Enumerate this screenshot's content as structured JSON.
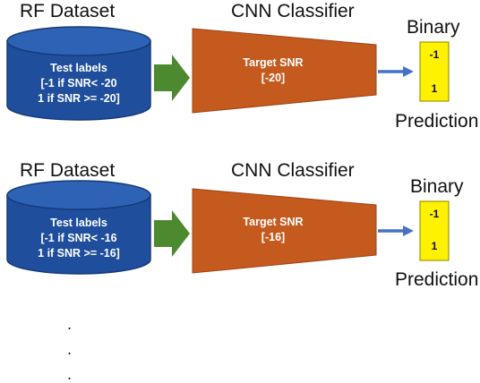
{
  "colors": {
    "cylinder_fill": "#1f4e9c",
    "cylinder_top": "#2e62b5",
    "cylinder_edge": "#163a78",
    "trapezoid_fill": "#c55a1e",
    "trapezoid_edge": "#9c4213",
    "green_arrow": "#4d8a2f",
    "blue_arrow": "#4472c4",
    "binary_box": "#fff200",
    "binary_edge": "#a39600"
  },
  "stages": [
    {
      "dataset_title": "RF Dataset",
      "label_heading": "Test labels",
      "label_line1": "[-1 if SNR< -20",
      "label_line2": "1 if SNR >= -20]",
      "classifier_title": "CNN Classifier",
      "target_heading": "Target SNR",
      "target_value": "[-20]",
      "binary_title": "Binary",
      "binary_top": "-1",
      "binary_bottom": "1",
      "prediction_title": "Prediction"
    },
    {
      "dataset_title": "RF Dataset",
      "label_heading": "Test labels",
      "label_line1": "[-1 if SNR< -16",
      "label_line2": "1 if SNR >= -16]",
      "classifier_title": "CNN Classifier",
      "target_heading": "Target SNR",
      "target_value": "[-16]",
      "binary_title": "Binary",
      "binary_top": "-1",
      "binary_bottom": "1",
      "prediction_title": "Prediction"
    }
  ],
  "continuation_dots": [
    ".",
    ".",
    "."
  ]
}
